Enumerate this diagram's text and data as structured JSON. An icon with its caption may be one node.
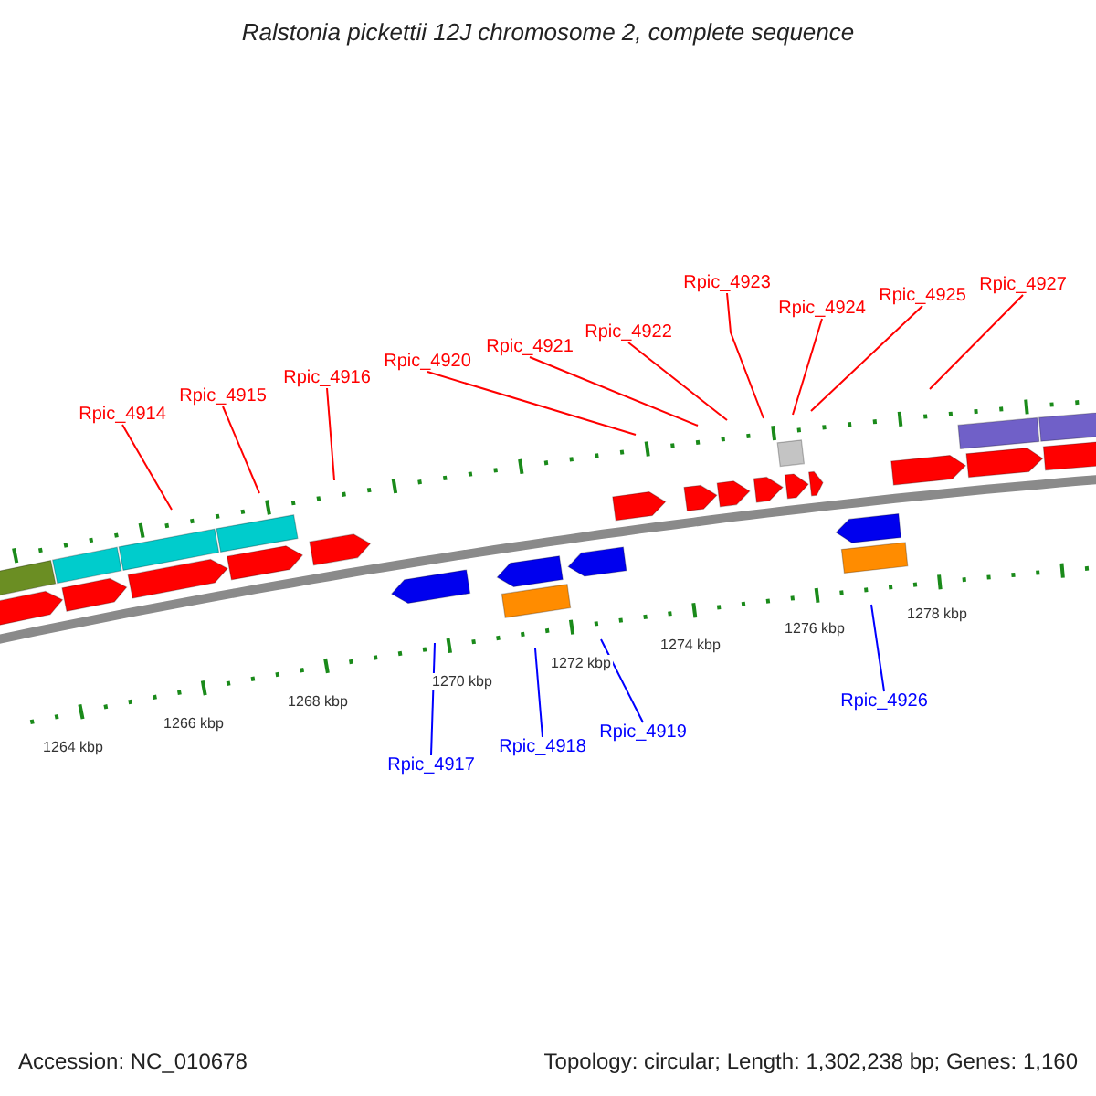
{
  "diagram": {
    "title": "Ralstonia pickettii 12J chromosome 2, complete sequence",
    "nodes": [
      {
        "text": [
          "Rpic_4914"
        ]
      },
      {
        "text": [
          "Rpic_4915"
        ]
      },
      {
        "text": [
          "Rpic_4916"
        ]
      },
      {
        "text": [
          "Rpic_4920"
        ]
      },
      {
        "text": [
          "Rpic_4921"
        ]
      },
      {
        "text": [
          "Rpic_4922"
        ]
      },
      {
        "text": [
          "Rpic_4923"
        ]
      },
      {
        "text": [
          "Rpic_4924"
        ]
      },
      {
        "text": [
          "Rpic_4925"
        ]
      },
      {
        "text": [
          "Rpic_4927"
        ]
      },
      {
        "text": [
          "Rpic_4917"
        ]
      },
      {
        "text": [
          "Rpic_4918"
        ]
      },
      {
        "text": [
          "Rpic_4919"
        ]
      },
      {
        "text": [
          "Rpic_4926"
        ]
      }
    ],
    "edges": [
      {
        "from": 0,
        "to": null,
        "arrow": "none"
      },
      {
        "from": 1,
        "to": null,
        "arrow": "none"
      },
      {
        "from": 2,
        "to": null,
        "arrow": "none"
      },
      {
        "from": 3,
        "to": null,
        "arrow": "none"
      },
      {
        "from": 4,
        "to": null,
        "arrow": "none"
      },
      {
        "from": 5,
        "to": null,
        "arrow": "none"
      },
      {
        "from": 6,
        "to": null,
        "arrow": "none"
      },
      {
        "from": 7,
        "to": null,
        "arrow": "none"
      },
      {
        "from": 8,
        "to": null,
        "arrow": "none"
      },
      {
        "from": 9,
        "to": null,
        "arrow": "none"
      },
      {
        "from": 10,
        "to": null,
        "arrow": "none",
        "color": "#0000ff"
      },
      {
        "from": 11,
        "to": null,
        "arrow": "none",
        "color": "#0000ff"
      },
      {
        "from": 12,
        "to": null,
        "arrow": "none",
        "color": "#0000ff"
      },
      {
        "from": 13,
        "to": null,
        "arrow": "none",
        "color": "#0000ff"
      }
    ],
    "labels": [
      "1264 kbp",
      "1266 kbp",
      "1268 kbp",
      "1270 kbp",
      "1272 kbp",
      "1274 kbp",
      "1276 kbp",
      "1278 kbp",
      "Accession: NC_010678",
      "Topology: circular; Length: 1,302,238 bp; Genes: 1,160"
    ]
  }
}
